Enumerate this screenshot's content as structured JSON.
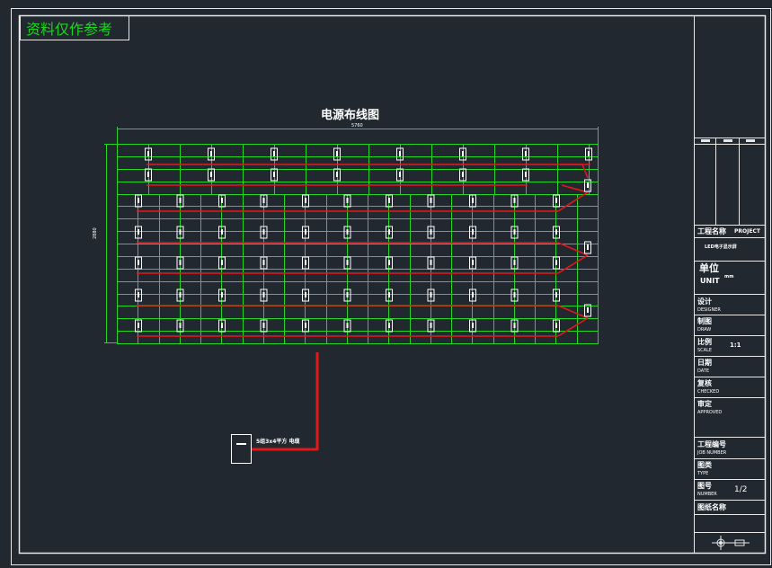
{
  "watermark": "资料仅作参考",
  "drawing": {
    "title": "电源布线图",
    "width_dim": "5760",
    "height_dim": "2880",
    "cable_label": "5组3x4平方 电缆"
  },
  "title_block": {
    "header_cells": [
      "▪▪▪▪",
      "▪▪▪▪",
      "▪▪▪▪"
    ],
    "project_label": "工程名称",
    "project_label_en": "PROJECT",
    "project_name": "LED电子显示屏",
    "unit_label": "单位",
    "unit_label_en": "UNIT",
    "unit_value": "mm",
    "design_label": "设计",
    "design_label_en": "DESIGNER",
    "draw_label": "制图",
    "draw_label_en": "DRAW",
    "scale_label": "比例",
    "scale_label_en": "SCALE",
    "scale_value": "1:1",
    "date_label": "日期",
    "date_label_en": "DATE",
    "check_label": "复核",
    "check_label_en": "CHECKED",
    "approve_label": "审定",
    "approve_label_en": "APPROVED",
    "job_label": "工程编号",
    "job_label_en": "JOB NUMBER",
    "type_label": "图类",
    "type_label_en": "TYPE",
    "number_label": "图号",
    "number_label_en": "NUMBER",
    "number_value": "1/2",
    "sheet_label": "图纸名称"
  },
  "colors": {
    "background": "#212830",
    "border": "#e8e8e8",
    "grid": "#22d622",
    "wire": "#e51818",
    "module": "#ffffff"
  }
}
